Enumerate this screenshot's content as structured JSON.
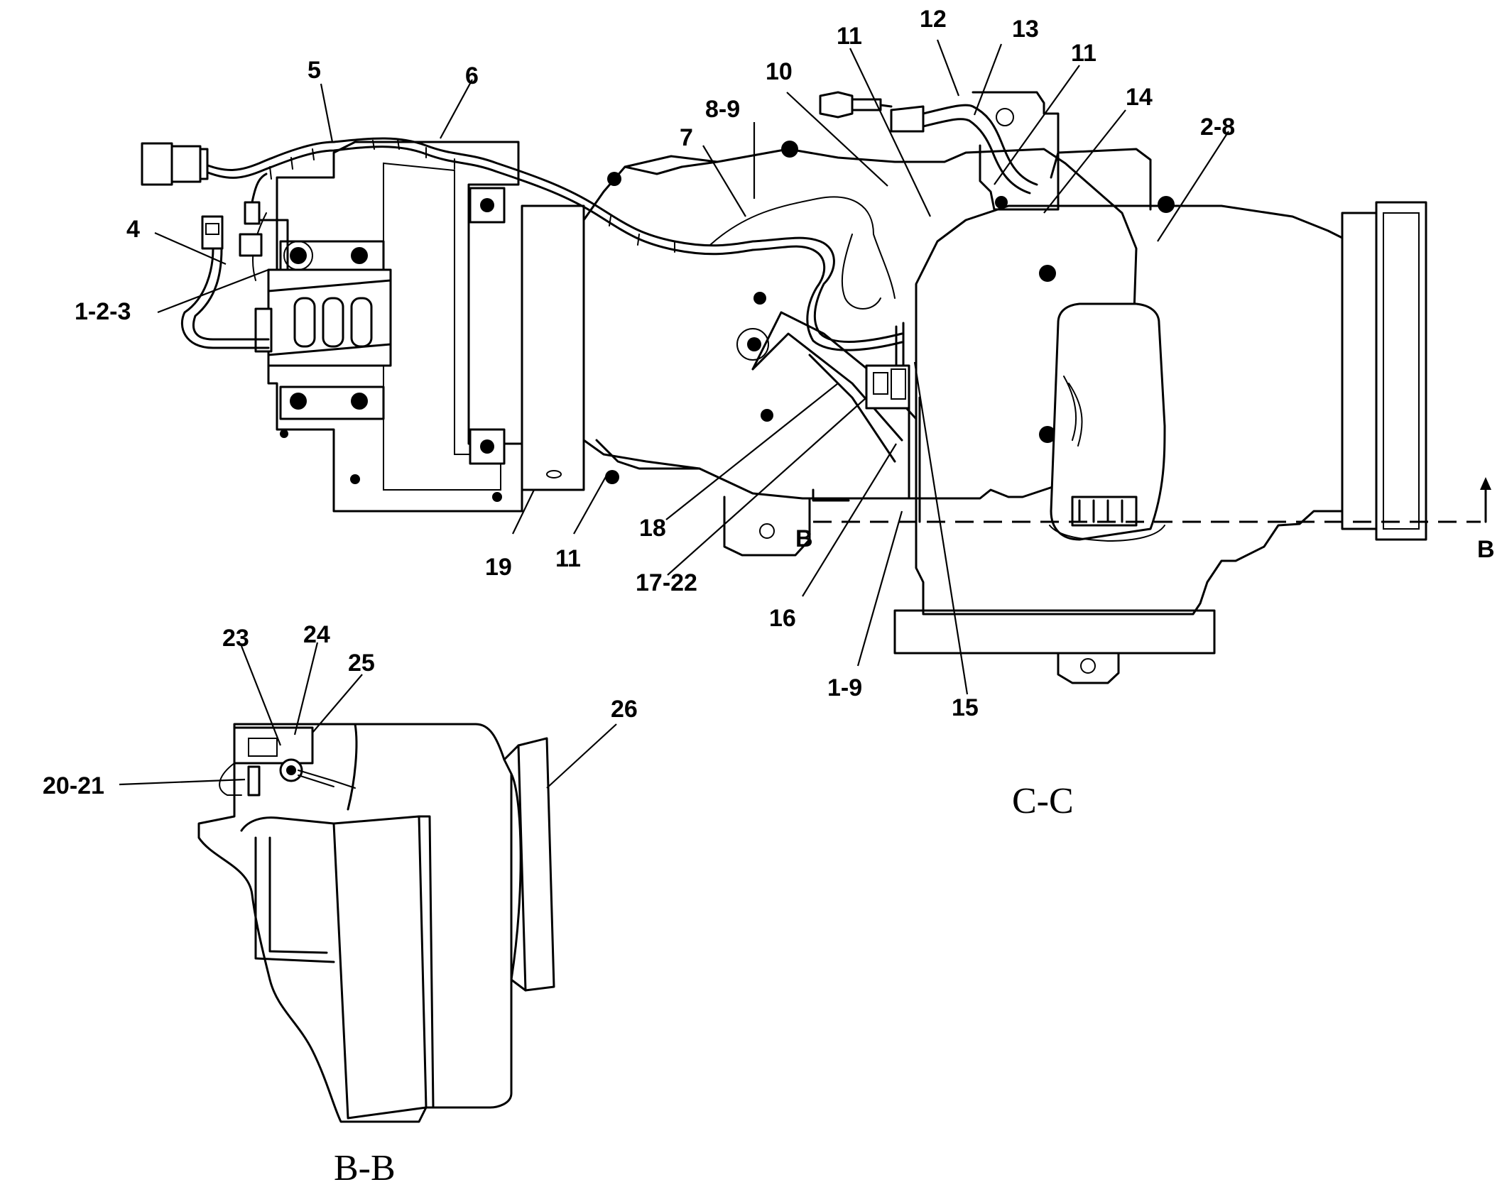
{
  "views": {
    "main_title": "C-C",
    "lower_title": "B-B",
    "section_mark_left": "B",
    "section_mark_right": "B"
  },
  "labels": {
    "l5": "5",
    "l6": "6",
    "l4": "4",
    "l123": "1-2-3",
    "l7": "7",
    "l89": "8-9",
    "l10": "10",
    "l11a": "11",
    "l12": "12",
    "l13": "13",
    "l11b": "11",
    "l14": "14",
    "l28": "2-8",
    "l19": "19",
    "l11c": "11",
    "l18": "18",
    "l1722": "17-22",
    "l16": "16",
    "l19b": "1-9",
    "l15": "15",
    "l23": "23",
    "l24": "24",
    "l25": "25",
    "l26": "26",
    "l2021": "20-21"
  }
}
